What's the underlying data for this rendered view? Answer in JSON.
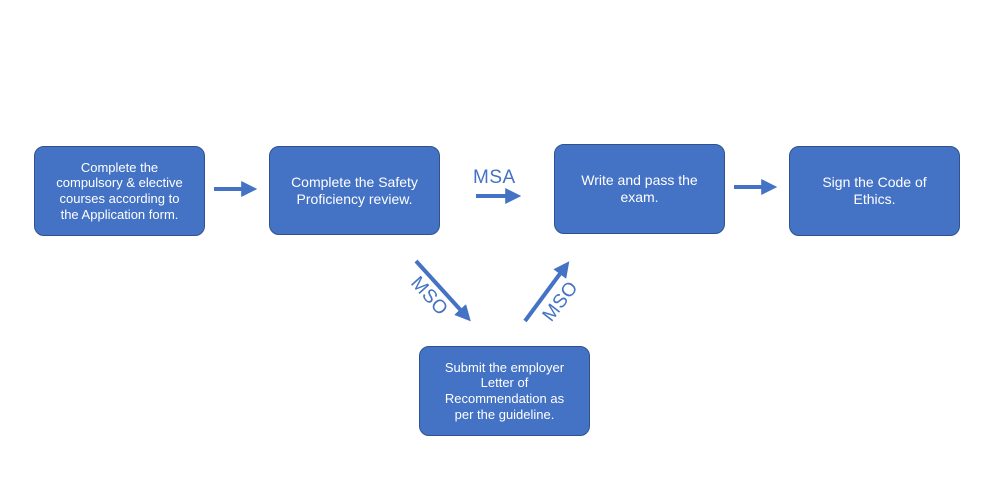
{
  "steps": {
    "courses": "Complete the compulsory & elective courses according to the Application form.",
    "safety": "Complete the Safety Proficiency review.",
    "exam": "Write and pass the exam.",
    "ethics": "Sign the Code of Ethics.",
    "letter": "Submit the employer Letter of Recommendation as per the guideline."
  },
  "edges": {
    "msa": "MSA",
    "mso_down": "MSO",
    "mso_up": "MSO"
  },
  "colors": {
    "box_fill": "#4472c4",
    "box_border": "#2f528f",
    "arrow": "#4472c4",
    "text": "#ffffff"
  }
}
